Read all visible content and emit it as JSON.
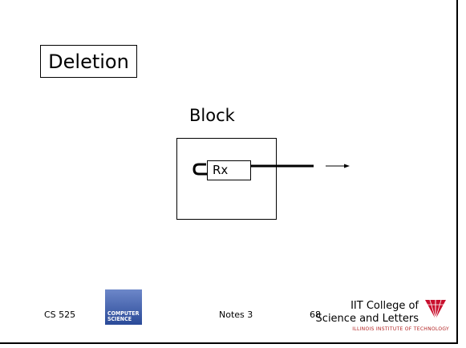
{
  "slide": {
    "title": "Deletion",
    "block_label": "Block",
    "record_label": "Rx"
  },
  "footer": {
    "course": "CS 525",
    "notes": "Notes 3",
    "page_number": "68",
    "cs_logo_line1": "COMPUTER",
    "cs_logo_line2": "SCIENCE",
    "college_line1": "IIT College of",
    "college_line2": "Science and Letters",
    "institute": "ILLINOIS INSTITUTE OF TECHNOLOGY"
  }
}
